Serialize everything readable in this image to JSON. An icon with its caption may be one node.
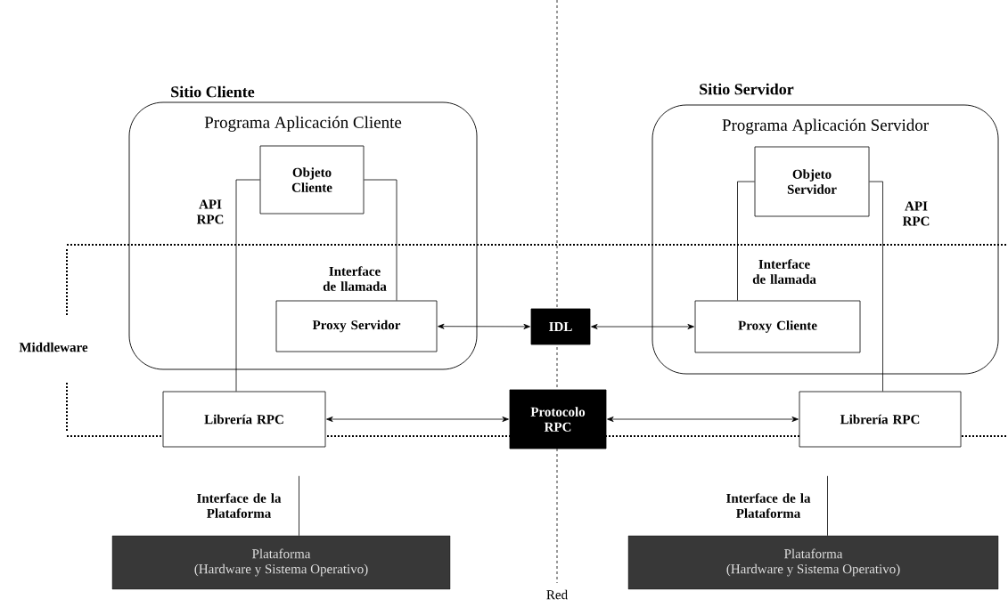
{
  "diagram": {
    "nodes": [
      {
        "text": [
          "Programa Aplicación Cliente"
        ]
      },
      {
        "text": [
          "Objeto Cliente"
        ],
        "in": 0
      },
      {
        "text": [
          "Proxy Servidor"
        ],
        "in": 0
      },
      {
        "text": [
          "Programa Aplicación Servidor"
        ]
      },
      {
        "text": [
          "Objeto Servidor"
        ],
        "in": 3
      },
      {
        "text": [
          "Proxy Cliente"
        ],
        "in": 3
      },
      {
        "text": [
          "IDL"
        ]
      },
      {
        "text": [
          "Protocolo RPC"
        ]
      },
      {
        "text": [
          "Librería RPC"
        ]
      },
      {
        "text": [
          "Librería RPC"
        ]
      },
      {
        "text": [
          "Plataforma",
          "(Hardware y Sistema Operativo)"
        ]
      },
      {
        "text": [
          "Plataforma",
          "(Hardware y Sistema Operativo)"
        ]
      }
    ],
    "edges": [
      {
        "from": 1,
        "to": 2,
        "arrow": "none",
        "label": "Interface de llamada"
      },
      {
        "from": 1,
        "to": 8,
        "arrow": "none",
        "label": "API RPC"
      },
      {
        "from": 2,
        "to": 6,
        "arrow": "both"
      },
      {
        "from": 6,
        "to": 5,
        "arrow": "both"
      },
      {
        "from": 8,
        "to": 7,
        "arrow": "both"
      },
      {
        "from": 7,
        "to": 9,
        "arrow": "both"
      },
      {
        "from": 4,
        "to": 5,
        "arrow": "none",
        "label": "Interface de llamada"
      },
      {
        "from": 4,
        "to": 9,
        "arrow": "none",
        "label": "API RPC"
      },
      {
        "from": null,
        "to": 10,
        "arrow": "none",
        "label": "Interface de la Plataforma"
      },
      {
        "from": null,
        "to": 11,
        "arrow": "none",
        "label": "Interface de la Plataforma"
      }
    ],
    "labels": [
      "Sitio Cliente",
      "Sitio Servidor",
      "Middleware",
      "Red"
    ]
  }
}
